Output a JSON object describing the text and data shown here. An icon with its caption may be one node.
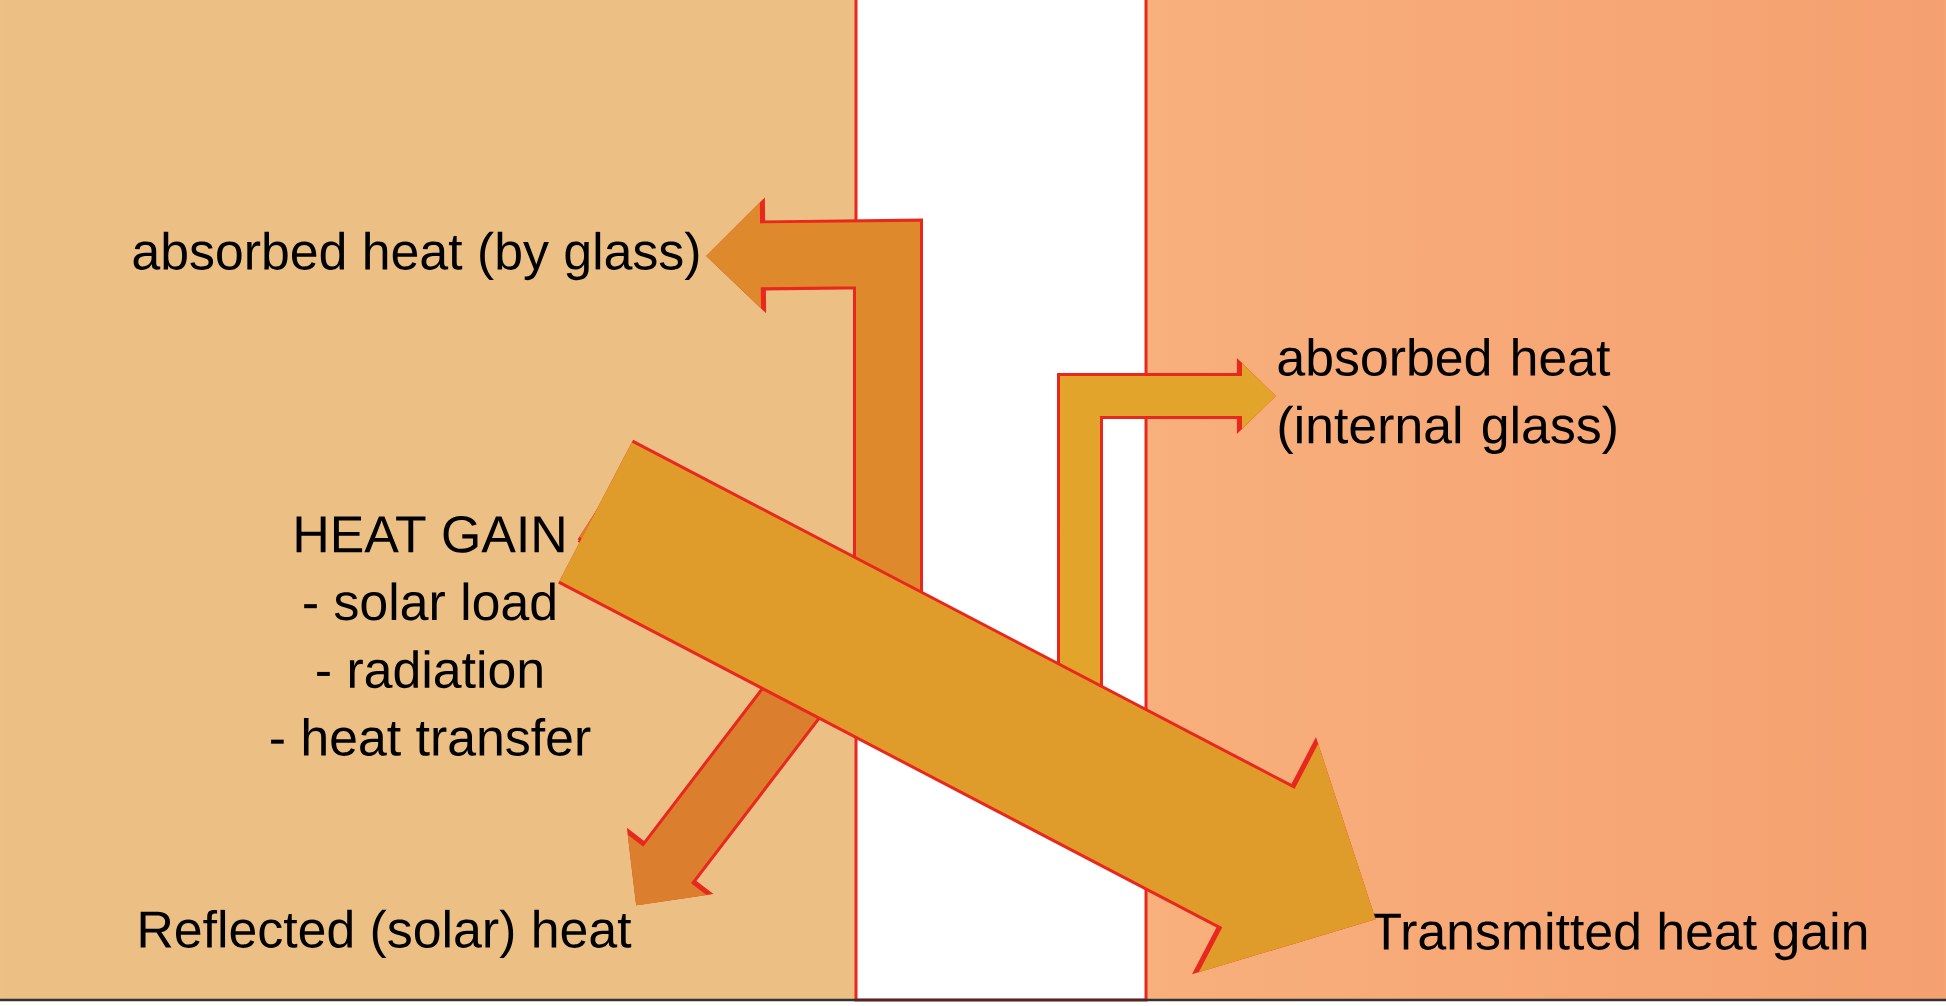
{
  "diagram": {
    "nodes": [
      {
        "text": [
          "HEAT GAIN",
          "- solar load",
          "- radiation",
          "- heat transfer"
        ]
      },
      {
        "text": [
          "absorbed heat (by glass)"
        ]
      },
      {
        "text": [
          "absorbed heat (internal glass)"
        ]
      },
      {
        "text": [
          "Reflected (solar) heat"
        ]
      },
      {
        "text": [
          "Transmitted heat gain"
        ]
      }
    ],
    "edges": [
      {
        "from": 0,
        "to": 4,
        "arrow": "to",
        "style": "thick"
      },
      {
        "from": 0,
        "to": 1,
        "arrow": "to"
      },
      {
        "from": 0,
        "to": 2,
        "arrow": "to"
      },
      {
        "from": 0,
        "to": 3,
        "arrow": "to"
      }
    ]
  }
}
